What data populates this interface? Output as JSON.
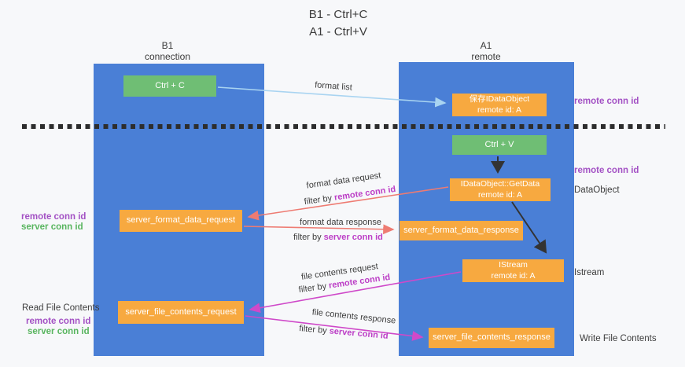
{
  "title": {
    "line1": "B1 - Ctrl+C",
    "line2": "A1 - Ctrl+V"
  },
  "lanes": {
    "left": {
      "header_line1": "B1",
      "header_line2": "connection"
    },
    "right": {
      "header_line1": "A1",
      "header_line2": "remote"
    }
  },
  "boxes": {
    "ctrl_c": "Ctrl + C",
    "save_idataobject_line1": "保存IDataObject",
    "save_idataobject_line2": "remote id: A",
    "ctrl_v": "Ctrl + V",
    "getdata_line1": "IDataObject::GetData",
    "getdata_line2": "remote id: A",
    "format_request": "server_format_data_request",
    "format_response": "server_format_data_response",
    "istream_line1": "IStream",
    "istream_line2": "remote id: A",
    "file_request": "server_file_contents_request",
    "file_response": "server_file_contents_response"
  },
  "flow_labels": {
    "format_list": "format list",
    "format_data_request": "format data request",
    "format_data_response": "format data response",
    "file_contents_request": "file contents request",
    "file_contents_response": "file contents response",
    "filter_by": "filter by ",
    "remote_conn_id": "remote conn id",
    "server_conn_id": "server conn id"
  },
  "side_labels": {
    "right_remote_conn_id_top": "remote conn id",
    "right_remote_conn_id_mid": "remote conn id",
    "right_dataobject": "DataObject",
    "right_istream": "Istream",
    "right_write_file_contents": "Write File Contents",
    "left_remote_conn_id_mid": "remote conn id",
    "left_server_conn_id_mid": "server conn id",
    "left_read_file_contents": "Read File Contents",
    "left_remote_conn_id_bottom": "remote conn id",
    "left_server_conn_id_bottom": "server conn id"
  },
  "colors": {
    "lane_blue": "#4a7fd6",
    "box_green": "#6fbe74",
    "box_orange": "#f7a940",
    "arrow_lightblue": "#a9d4f1",
    "arrow_black": "#333333",
    "arrow_salmon": "#ee7b72",
    "arrow_magenta": "#cf49c9",
    "text_purple": "#a351c4",
    "text_magenta": "#bc3ec6",
    "text_green": "#59b55f",
    "dashed_separator": "#2d2d2d",
    "background": "#f7f8fa"
  }
}
